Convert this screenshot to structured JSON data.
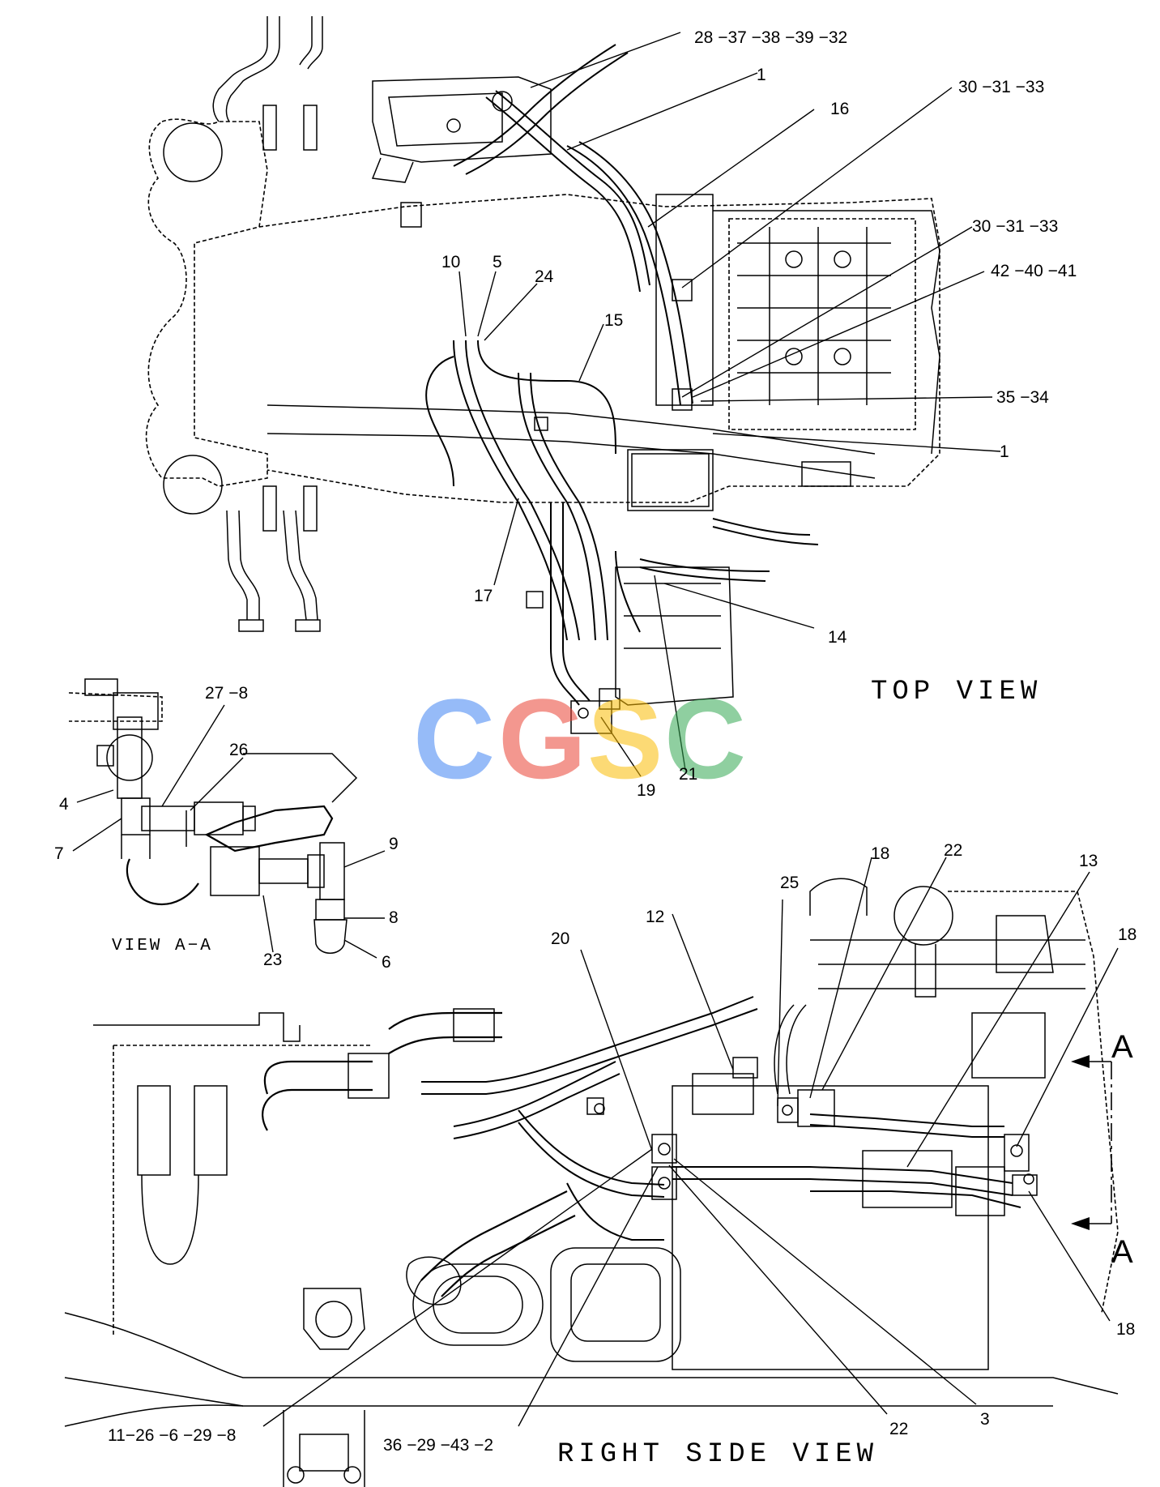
{
  "top_view": {
    "title": "TOP VIEW",
    "callouts": {
      "c28": "28 −37 −38 −39 −32",
      "c1a": "1",
      "c30a": "30 −31 −33",
      "c16": "16",
      "c30b": "30 −31 −33",
      "c42": "42 −40 −41",
      "c10": "10",
      "c5": "5",
      "c24": "24",
      "c15": "15",
      "c35": "35 −34",
      "c1b": "1",
      "c17": "17",
      "c14": "14",
      "c21": "21",
      "c19": "19"
    }
  },
  "view_aa": {
    "title": "VIEW A−A",
    "callouts": {
      "c27": "27 −8",
      "c26": "26",
      "c4": "4",
      "c7": "7",
      "c9": "9",
      "c8": "8",
      "c23": "23",
      "c6": "6"
    }
  },
  "side_view": {
    "title": "RIGHT SIDE VIEW",
    "section_marker_top": "A",
    "section_marker_bottom": "A",
    "callouts": {
      "c25": "25",
      "c18a": "18",
      "c22a": "22",
      "c13": "13",
      "c12": "12",
      "c18b": "18",
      "c20": "20",
      "c18c": "18",
      "c11": "11−26 −6 −29 −8",
      "c36": "36 −29 −43 −2",
      "c22b": "22",
      "c3": "3"
    }
  },
  "watermark": {
    "letters": [
      "C",
      "G",
      "S",
      "C"
    ],
    "colors": [
      "#4285F4",
      "#EA4335",
      "#FBBC05",
      "#34A853"
    ]
  }
}
